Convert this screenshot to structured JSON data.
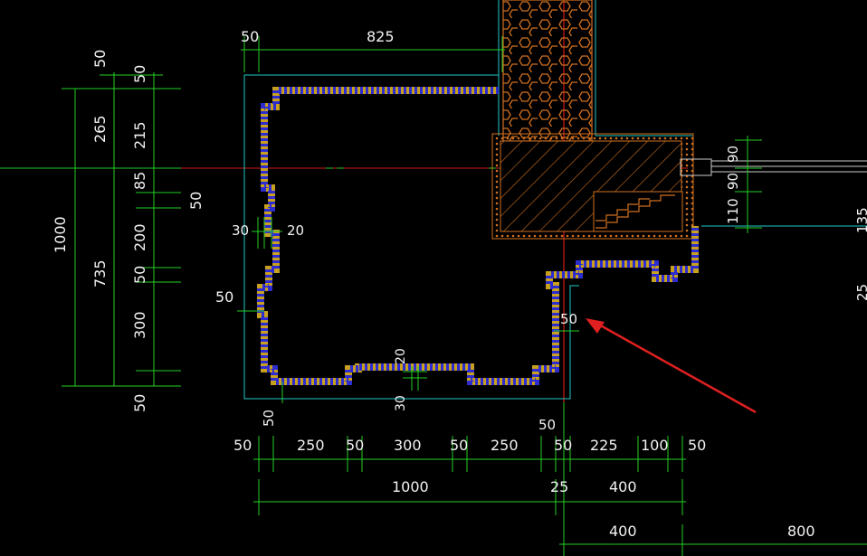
{
  "drawing": {
    "background": "#000000",
    "colors": {
      "dimension": "#24d024",
      "outline": "#20c8c8",
      "hatch_outline": "#2c2cd0",
      "hatch_fill": "#c8a020",
      "axis": "#d01818",
      "wall_pattern": "#d07020",
      "arrow": "#e02020",
      "text": "#f2f2f2"
    },
    "top_dims": {
      "d1": "50",
      "d2": "825"
    },
    "left_dims": {
      "total": "1000",
      "upper": "265",
      "lower": "735",
      "inner_top": "50",
      "top_offset": "50",
      "seg1": "215",
      "seg2": "85",
      "seg3": "200",
      "seg4": "50",
      "seg5": "300",
      "bottom": "50",
      "side": "50"
    },
    "interior_labels": {
      "notch_w": "30",
      "notch_d": "20",
      "left_offset": "50",
      "bottom_notch_d": "20",
      "bottom_notch_w": "30",
      "bottom_left": "50",
      "right_gap": "50",
      "above_axis": "50"
    },
    "bottom_dims_row1": [
      "50",
      "250",
      "50",
      "300",
      "50",
      "250",
      "50",
      "225",
      "100",
      "50"
    ],
    "bottom_dims_row2": {
      "width": "1000",
      "gap": "25",
      "right": "400"
    },
    "bottom_dims_row3": {
      "left": "400",
      "right": "800"
    },
    "right_dims": {
      "d1": "90",
      "d2": "90",
      "d3": "110",
      "far1": "135",
      "far2": "25"
    }
  }
}
